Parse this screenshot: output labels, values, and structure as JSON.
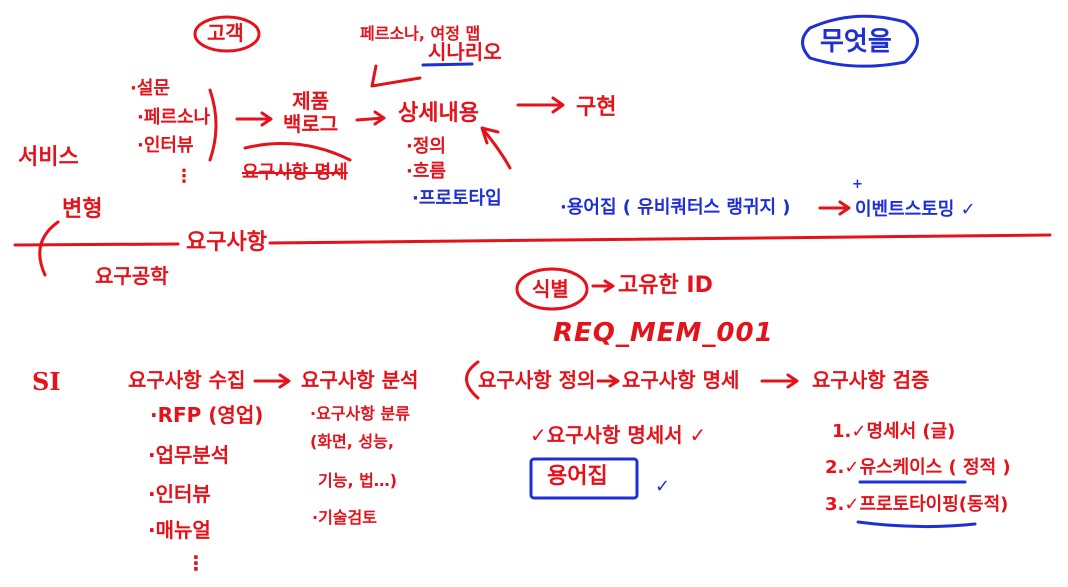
{
  "colors": {
    "ink_red": "#e3121b",
    "ink_blue": "#1f2fd6",
    "background": "#ffffff"
  },
  "top": {
    "customer": "고객",
    "scenario_note": "페르소나, 여정 맵",
    "scenario": "시나리오",
    "what": "무엇을",
    "service": "서비스",
    "sources": [
      "·설문",
      "·페르소나",
      "·인터뷰",
      "⋮"
    ],
    "product_backlog": "제품\n백로그",
    "requirements_spec_struck": "요구사항 명세",
    "details": "상세내용",
    "details_items": [
      "·정의",
      "·흐름",
      "·프로토타입"
    ],
    "implement": "구현",
    "glossary_line": "·용어집 ( 유비쿼터스 랭귀지 )",
    "event_storming": "이벤트스토밍 ✓",
    "plus": "+",
    "variation": "변형",
    "requirements": "요구사항",
    "req_engineering": "요구공학"
  },
  "middle": {
    "identify": "식별",
    "unique_id": "고유한 ID",
    "req_id": "REQ_MEM_001"
  },
  "bottom": {
    "si": "SI",
    "stages": [
      "요구사항 수집",
      "요구사항 분석",
      "요구사항 정의",
      "요구사항 명세",
      "요구사항 검증"
    ],
    "collect_items": [
      "·RFP (영업)",
      "·업무분석",
      "·인터뷰",
      "·매뉴얼",
      "⋮"
    ],
    "analysis_items": [
      "·요구사항 분류",
      "(화면, 성능,",
      "기능, 법…)",
      "·기술검토"
    ],
    "spec_doc": "✓요구사항 명세서 ✓",
    "glossary": "용어집",
    "glossary_check": "✓",
    "verify_items": [
      "1.✓명세서 (글)",
      "2.✓유스케이스 ( 정적 )",
      "3.✓프로토타이핑(동적)"
    ]
  }
}
